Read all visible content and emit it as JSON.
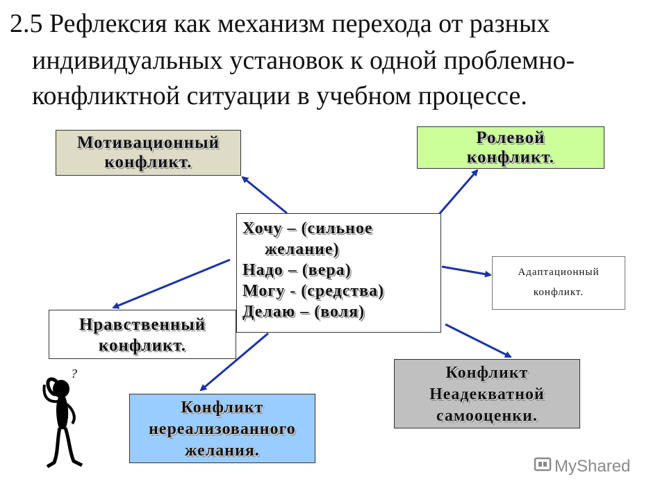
{
  "title": {
    "line1": "2.5  Рефлексия как механизм перехода от разных",
    "line2": "индивидуальных установок к одной проблемно-",
    "line3": "конфликтной ситуации в учебном процессе."
  },
  "center": {
    "line1": "Хочу – (сильное",
    "line2": "желание)",
    "line3": "Надо – (вера)",
    "line4": "Могу -  (средства)",
    "line5": "Делаю – (воля)"
  },
  "boxes": {
    "motivational": {
      "line1": "Мотивационный",
      "line2": "конфликт.",
      "color": "#dedbc6"
    },
    "role": {
      "line1": "Ролевой",
      "line2": "конфликт.",
      "color": "#ccff99"
    },
    "adaptation": {
      "line1": "Адаптационный",
      "line2": "конфликт."
    },
    "moral": {
      "line1": "Нравственный",
      "line2": "конфликт."
    },
    "unrealized": {
      "line1": "Конфликт",
      "line2": "нереализованного",
      "line3": "желания.",
      "color": "#99ccff"
    },
    "inadequate": {
      "line1": "Конфликт",
      "line2": "Неадекватной",
      "line3": "самооценки.",
      "color": "#c0c0c0"
    }
  },
  "figure": {
    "question_mark": "?"
  },
  "watermark": {
    "text": "MyShared"
  },
  "colors": {
    "arrow": "#1a33a8"
  }
}
